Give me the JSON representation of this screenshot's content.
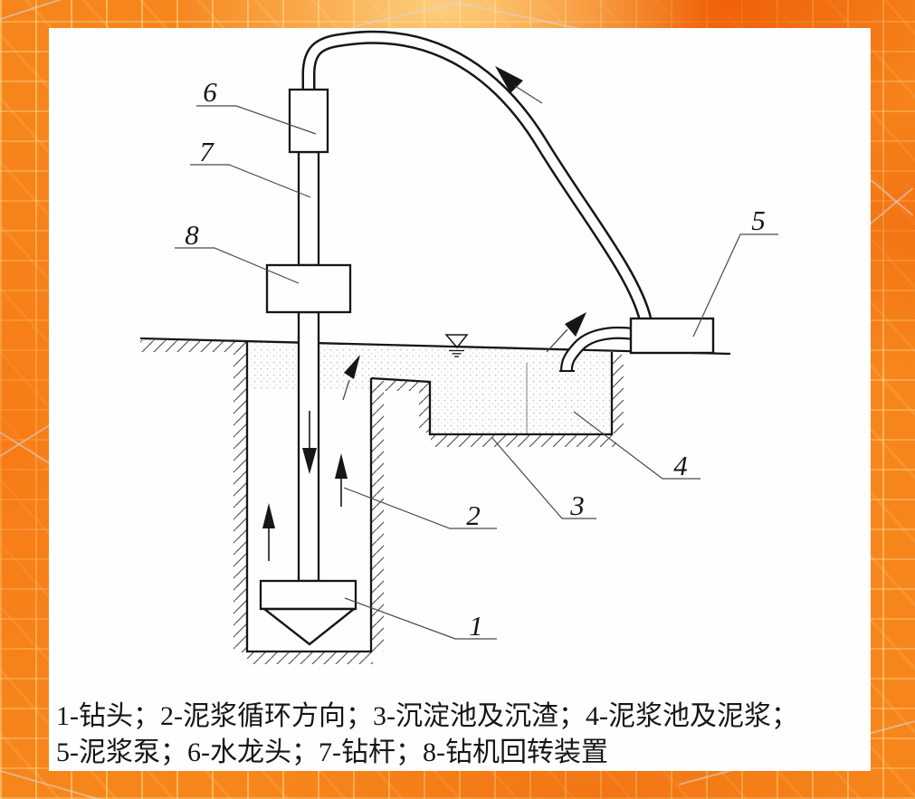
{
  "slide": {
    "frame_colors": {
      "base": "#f6861c",
      "light_crackle": "#ffe296",
      "deep_orange": "#ee5a05",
      "panel": "#fefefe"
    },
    "ink_color": "#161616",
    "leader_color": "#4a4a4a",
    "mud_stipple_color": "#c4c4c4"
  },
  "diagram": {
    "type": "engineering-schematic",
    "labels": {
      "n1": "1",
      "n2": "2",
      "n3": "3",
      "n4": "4",
      "n5": "5",
      "n6": "6",
      "n7": "7",
      "n8": "8"
    }
  },
  "caption": {
    "line1": "1-钻头；2-泥浆循环方向；3-沉淀池及沉渣；4-泥浆池及泥浆；",
    "line2": "5-泥浆泵；6-水龙头；7-钻杆；8-钻机回转装置"
  }
}
